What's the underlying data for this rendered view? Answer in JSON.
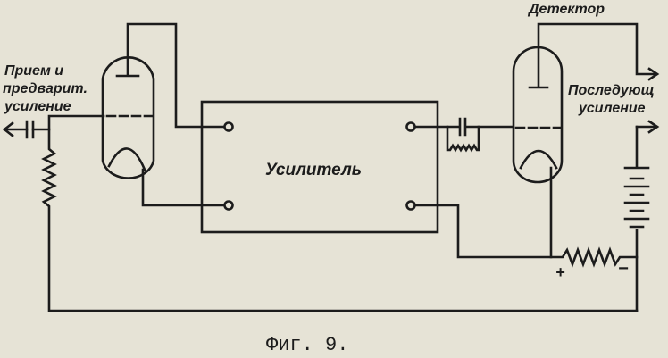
{
  "diagram": {
    "labels": {
      "input_stage": [
        "Прием и",
        "предварит.",
        "усиление"
      ],
      "detector": "Детектор",
      "next_stage": [
        "Последующ",
        "усиление"
      ],
      "amplifier": "Усилитель",
      "plus": "+",
      "minus": "−"
    },
    "caption": "Фиг. 9.",
    "colors": {
      "ink": "#1c1c1c",
      "paper": "#e6e3d6"
    }
  }
}
